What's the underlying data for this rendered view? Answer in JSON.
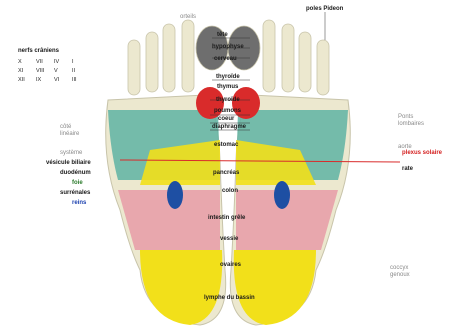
{
  "labels": {
    "top_small": "orteils",
    "poles": "poles Pideon",
    "spine_nerves": "nerfs crâniens",
    "tete": "tête",
    "hypophyse": "hypophyse",
    "cerveau": "cerveau",
    "thyroide_top": "thyroïde",
    "thymus": "thymus",
    "thyroide": "thyroïde",
    "poumons": "poumons",
    "coeur": "coeur",
    "diaphragme": "diaphragme",
    "estomac": "estomac",
    "pancreas": "pancréas",
    "colon": "colon",
    "intestin": "intestin grêle",
    "vessie": "vessie",
    "ovaires": "ovaires",
    "lymphe": "lymphe du bassin",
    "left_side": "côté\nlinéaire",
    "vesicule_small": "système",
    "vesicule": "vésicule biliaire",
    "duodenum": "duodénum",
    "foie": "foie",
    "surrenales": "surrénales",
    "reins": "reins",
    "right_side": "Ponts\nlombaires",
    "plexus": "plexus solaire",
    "rate": "rate",
    "aorte": "aorte",
    "right_bottom": "coccyx\ngenoux"
  },
  "cranial_grid": [
    [
      "X",
      "VII",
      "IV",
      "I"
    ],
    [
      "XI",
      "VIII",
      "V",
      "II"
    ],
    [
      "XII",
      "IX",
      "VI",
      "III"
    ]
  ],
  "colors": {
    "teal": "#5fb3a3",
    "red": "#d92b2b",
    "yellow": "#f2e01a",
    "pink": "#e8a0a8",
    "blue": "#1e4fa3",
    "gray": "#6e6e6e",
    "cream": "#ece8cf"
  }
}
